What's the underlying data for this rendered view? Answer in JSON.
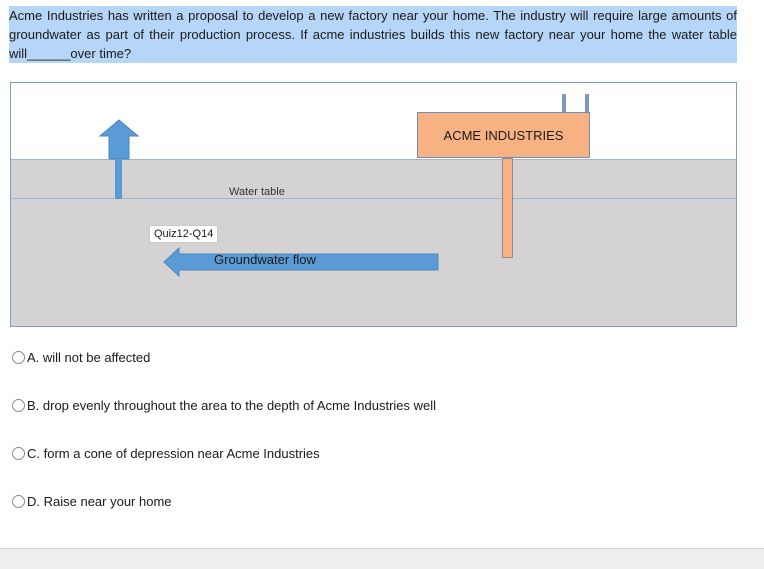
{
  "question": {
    "text": "Acme Industries has written a proposal to develop a new factory near your home. The industry will require large amounts of groundwater as part of their production process. If acme industries builds this new factory near your home the water table will______over time?"
  },
  "figure": {
    "factory_label": "ACME INDUSTRIES",
    "water_table_label": "Water table",
    "quiz_tag": "Quiz12-Q14",
    "flow_label": "Groundwater flow",
    "colors": {
      "ground": "#d4d2d3",
      "house": "#5b9bd5",
      "factory": "#f8b183",
      "question_highlight": "#b6d6f7"
    }
  },
  "options": [
    {
      "label": "A. will not be affected"
    },
    {
      "label": "B. drop evenly throughout the area to the depth of Acme Industries well"
    },
    {
      "label": "C. form a cone of depression near Acme Industries"
    },
    {
      "label": "D. Raise near your home"
    }
  ]
}
